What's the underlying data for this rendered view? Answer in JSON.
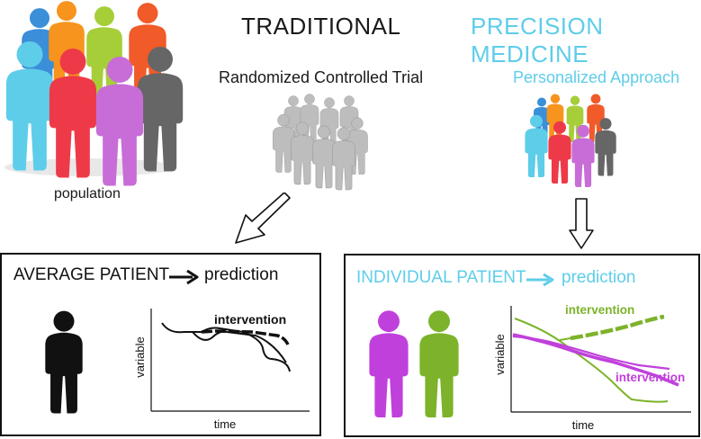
{
  "headings": {
    "traditional": "TRADITIONAL",
    "precision": "PRECISION MEDICINE"
  },
  "subheadings": {
    "traditional": "Randomized Controlled Trial",
    "precision": "Personalized Approach"
  },
  "population_label": "population",
  "left_panel": {
    "title": "AVERAGE  PATIENT",
    "result": "prediction",
    "chart": {
      "ylabel": "variable",
      "xlabel": "time",
      "annotation": "intervention"
    }
  },
  "right_panel": {
    "title": "INDIVIDUAL PATIENT",
    "result": "prediction",
    "chart": {
      "ylabel": "variable",
      "xlabel": "time",
      "annotation_green": "intervention",
      "annotation_purple": "intervention"
    }
  },
  "colors": {
    "precision_accent": "#5ecdea",
    "people": [
      "#5ecdea",
      "#f7941d",
      "#a6ce39",
      "#f15a29",
      "#3b8ed8",
      "#ee3a48",
      "#c86dd7",
      "#666666"
    ],
    "trial_gray": "#bdbdbd",
    "average_patient": "#111111",
    "individual_patient_1": "#c040dc",
    "individual_patient_2": "#7cb32a"
  },
  "icons": [
    "person-icon",
    "arrow-right-icon",
    "arrow-down-icon",
    "arrow-diagonal-icon"
  ]
}
